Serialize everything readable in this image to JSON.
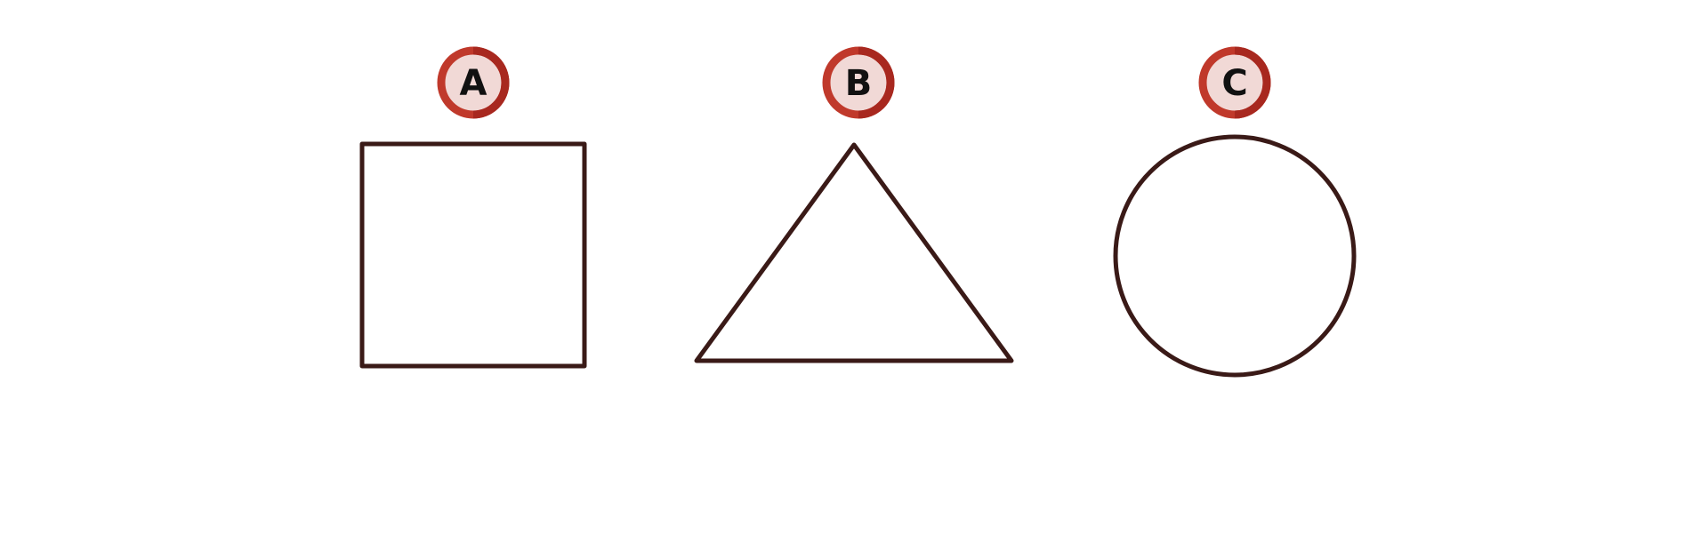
{
  "colors": {
    "background": "#ffffff",
    "shape_stroke": "#3a1a17",
    "badge_ring": "#c0392b",
    "badge_ring_shade": "#a8281f",
    "badge_fill": "#f1d9d6",
    "badge_text": "#111111"
  },
  "figures": [
    {
      "label": "A",
      "shape": "square"
    },
    {
      "label": "B",
      "shape": "triangle"
    },
    {
      "label": "C",
      "shape": "circle"
    }
  ]
}
